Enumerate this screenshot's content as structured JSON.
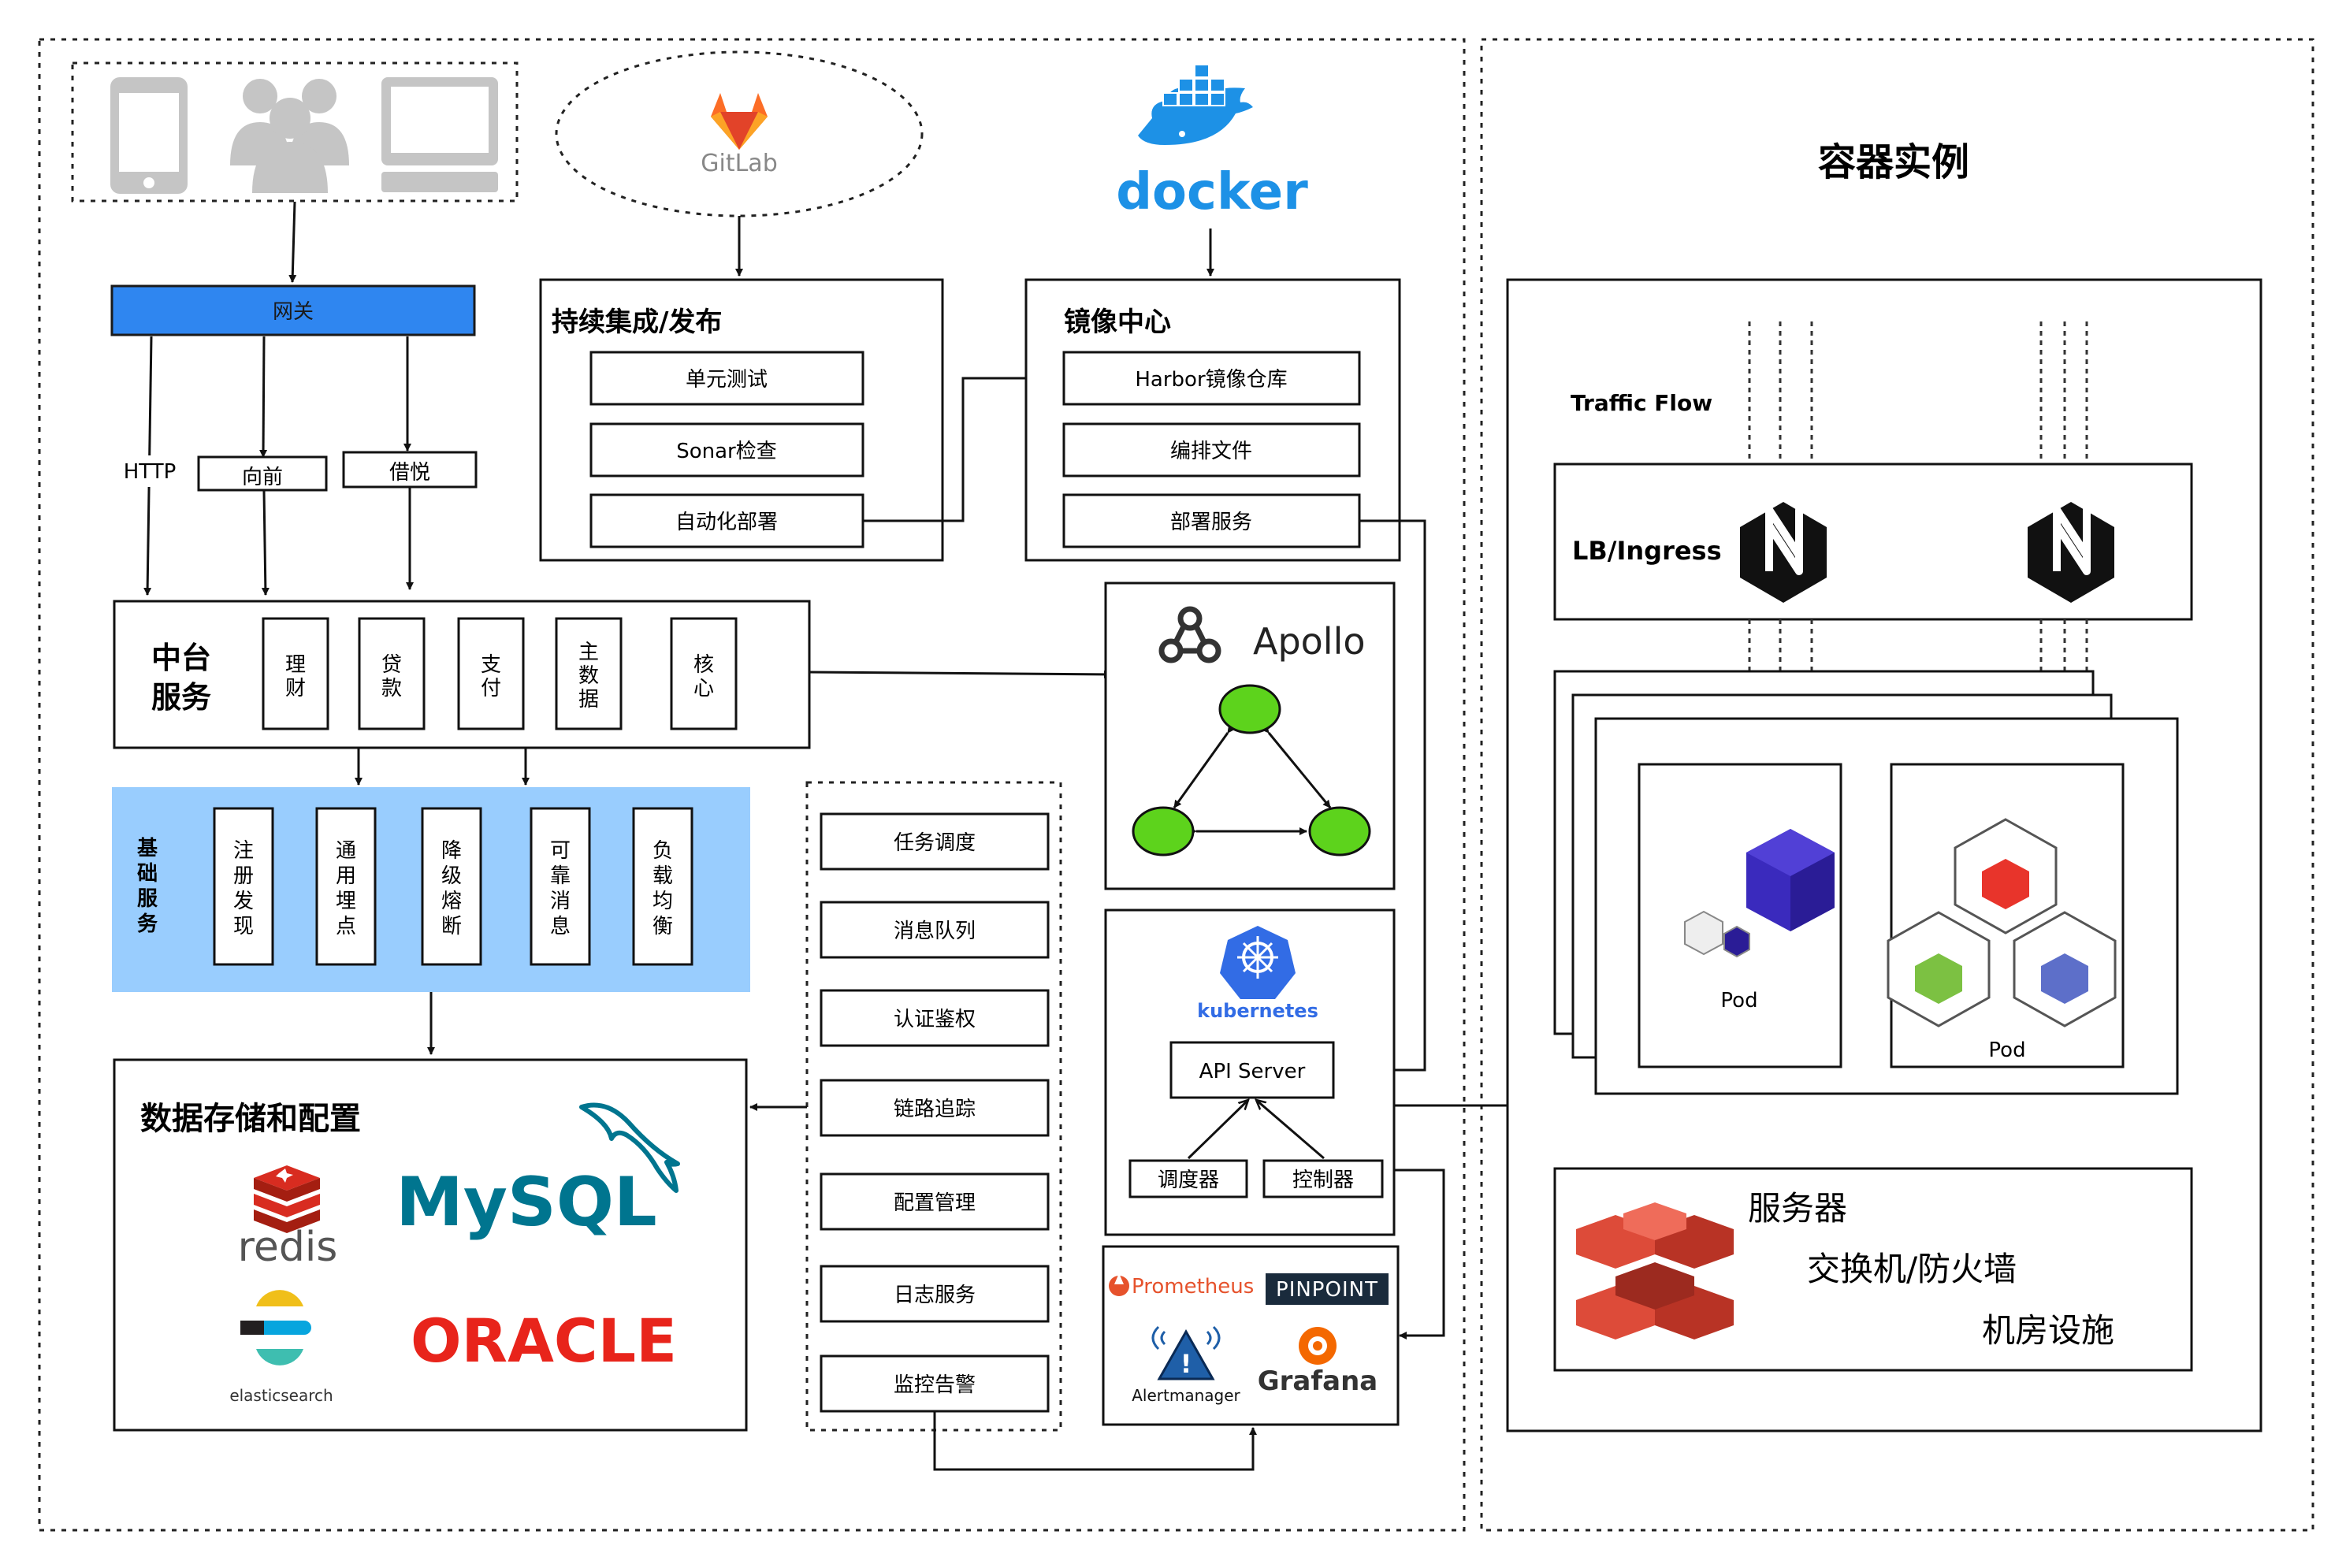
{
  "gateway": {
    "label": "网关"
  },
  "gitlab": {
    "label": "GitLab"
  },
  "docker": {
    "label": "docker"
  },
  "edge_labels": {
    "http": "HTTP",
    "xiangqian": "向前",
    "jieyue": "借悦"
  },
  "ci": {
    "title": "持续集成/发布",
    "items": [
      "单元测试",
      "Sonar检查",
      "自动化部署"
    ]
  },
  "registry": {
    "title": "镜像中心",
    "items": [
      "Harbor镜像仓库",
      "编排文件",
      "部署服务"
    ]
  },
  "middle": {
    "title_1": "中台",
    "title_2": "服务",
    "modules": [
      [
        "理",
        "财"
      ],
      [
        "贷",
        "款"
      ],
      [
        "支",
        "付"
      ],
      [
        "主",
        "数",
        "据"
      ],
      [
        "核",
        "心"
      ]
    ]
  },
  "apollo": {
    "label": "Apollo"
  },
  "base": {
    "title": [
      "基",
      "础",
      "服",
      "务"
    ],
    "modules": [
      [
        "注",
        "册",
        "发",
        "现"
      ],
      [
        "通",
        "用",
        "埋",
        "点"
      ],
      [
        "降",
        "级",
        "熔",
        "断"
      ],
      [
        "可",
        "靠",
        "消",
        "息"
      ],
      [
        "负",
        "载",
        "均",
        "衡"
      ]
    ]
  },
  "components": [
    "任务调度",
    "消息队列",
    "认证鉴权",
    "链路追踪",
    "配置管理",
    "日志服务",
    "监控告警"
  ],
  "k8s": {
    "label": "kubernetes",
    "api": "API Server",
    "scheduler": "调度器",
    "controller": "控制器"
  },
  "monitor": {
    "prometheus": "Prometheus",
    "pinpoint": "PINPOINT",
    "alertmanager": "Alertmanager",
    "grafana": "Grafana"
  },
  "storage": {
    "title": "数据存储和配置",
    "redis": "redis",
    "mysql": "MySQL",
    "elastic": "elasticsearch",
    "oracle": "ORACLE"
  },
  "container": {
    "title": "容器实例",
    "traffic": "Traffic Flow",
    "lb": "LB/Ingress",
    "pod": "Pod",
    "infra": [
      "服务器",
      "交换机/防火墙",
      "机房设施"
    ]
  },
  "colors": {
    "gateway": "#2f86f0",
    "base_bg": "#99cdfe",
    "k8s_blue": "#326ce5",
    "apollo_green": "#5dd31c",
    "redis_red": "#d82c20",
    "oracle_red": "#e8241b",
    "mysql_blue": "#00758f",
    "mysql_orange": "#f29111",
    "docker_blue": "#1d91e6",
    "gitlab_orange": "#fc6d26",
    "infra_red": "#dd4b39"
  }
}
